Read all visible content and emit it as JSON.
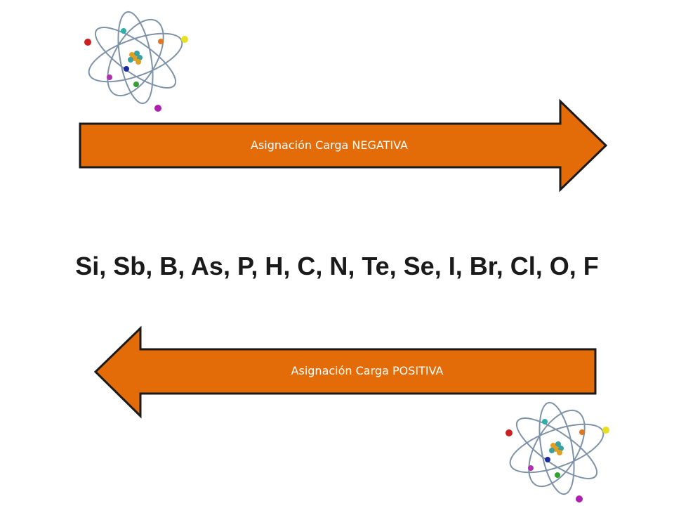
{
  "arrows": {
    "negative_label": "Asignación Carga NEGATIVA",
    "positive_label": "Asignación Carga POSITIVA"
  },
  "elements_text": "Si, Sb, B, As, P, H, C, N, Te, Se, I, Br, Cl, O, F",
  "colors": {
    "arrow_fill": "#e36c09",
    "arrow_stroke": "#1a1a1a",
    "text": "#1a1a1a"
  },
  "icons": [
    "atom-icon"
  ]
}
